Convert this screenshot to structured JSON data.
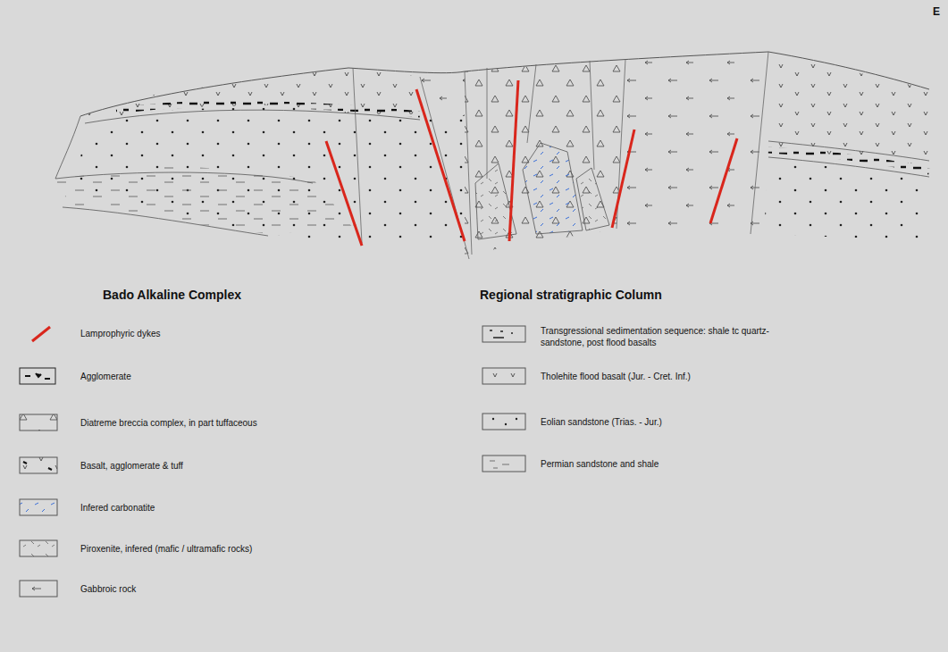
{
  "diagram": {
    "labels": [
      "E",
      "Bado Alkaline Complex",
      "Regional stratigraphic Column"
    ],
    "legend": [
      {
        "text": "Lamprophyric dykes"
      },
      {
        "text": "Agglomerate"
      },
      {
        "text": "Diatreme breccia complex, in part tuffaceous"
      },
      {
        "text": "Basalt, agglomerate & tuff"
      },
      {
        "text": "Infered carbonatite"
      },
      {
        "text": "Piroxenite, infered (mafic / ultramafic rocks)"
      },
      {
        "text": "Gabbroic rock"
      },
      {
        "text": "Transgressional sedimentation sequence: shale tc quartz-sandstone, post flood basalts"
      },
      {
        "text": "Tholehite flood basalt (Jur. - Cret. Inf.)"
      },
      {
        "text": "Eolian sandstone (Trias. - Jur.)"
      },
      {
        "text": "Permian sandstone and shale"
      }
    ]
  }
}
